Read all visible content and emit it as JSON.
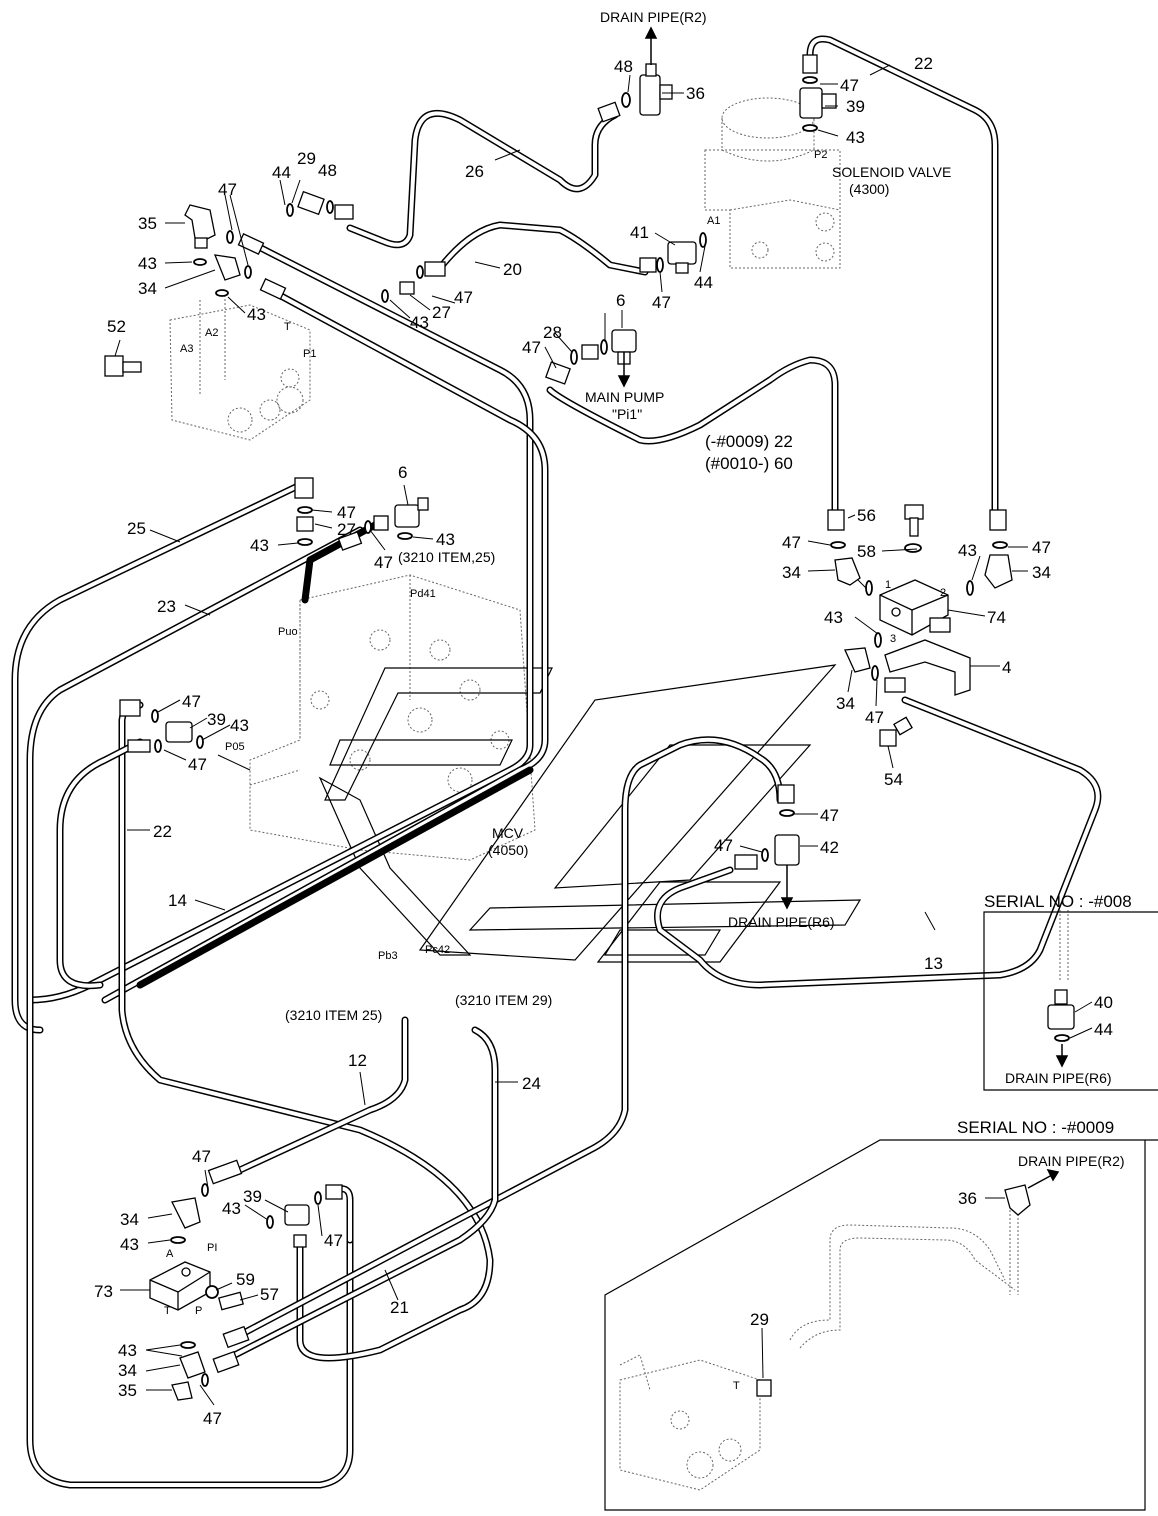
{
  "diagram": {
    "notes": {
      "drain_r2_top": "DRAIN PIPE(R2)",
      "drain_r6_mid": "DRAIN PIPE(R6)",
      "drain_r6_inset": "DRAIN PIPE(R6)",
      "drain_r2_inset": "DRAIN PIPE(R2)",
      "solenoid_1": "SOLENOID VALVE",
      "solenoid_2": "(4300)",
      "main_pump_1": "MAIN PUMP",
      "main_pump_2": "\"Pi1\"",
      "mcv_1": "MCV",
      "mcv_2": "(4050)",
      "item_3210_25a": "(3210 ITEM,25)",
      "item_3210_25b": "(3210 ITEM 25)",
      "item_3210_29": "(3210 ITEM 29)",
      "serial_inset_1": "SERIAL NO : -#008",
      "serial_inset_2": "SERIAL NO : -#0009",
      "serial_22": "(-#0009) 22",
      "serial_60": "(#0010-) 60"
    },
    "ports": [
      "P2",
      "A1",
      "A3",
      "A2",
      "T",
      "P1",
      "Pd41",
      "Puo",
      "P05",
      "Pb3",
      "Pc42",
      "PI",
      "A",
      "T",
      "P",
      "1",
      "2",
      "3",
      "T"
    ],
    "part_numbers": [
      "22",
      "47",
      "39",
      "43",
      "48",
      "36",
      "26",
      "29",
      "44",
      "48",
      "47",
      "35",
      "43",
      "34",
      "47",
      "43",
      "52",
      "20",
      "41",
      "47",
      "44",
      "43",
      "27",
      "28",
      "6",
      "47",
      "25",
      "47",
      "27",
      "43",
      "6",
      "43",
      "47",
      "23",
      "56",
      "58",
      "47",
      "34",
      "43",
      "47",
      "34",
      "43",
      "74",
      "3",
      "4",
      "34",
      "47",
      "54",
      "47",
      "39",
      "43",
      "47",
      "22",
      "14",
      "47",
      "42",
      "47",
      "13",
      "40",
      "44",
      "12",
      "24",
      "47",
      "34",
      "43",
      "39",
      "47",
      "43",
      "73",
      "59",
      "57",
      "21",
      "43",
      "34",
      "35",
      "47",
      "36",
      "29"
    ]
  }
}
